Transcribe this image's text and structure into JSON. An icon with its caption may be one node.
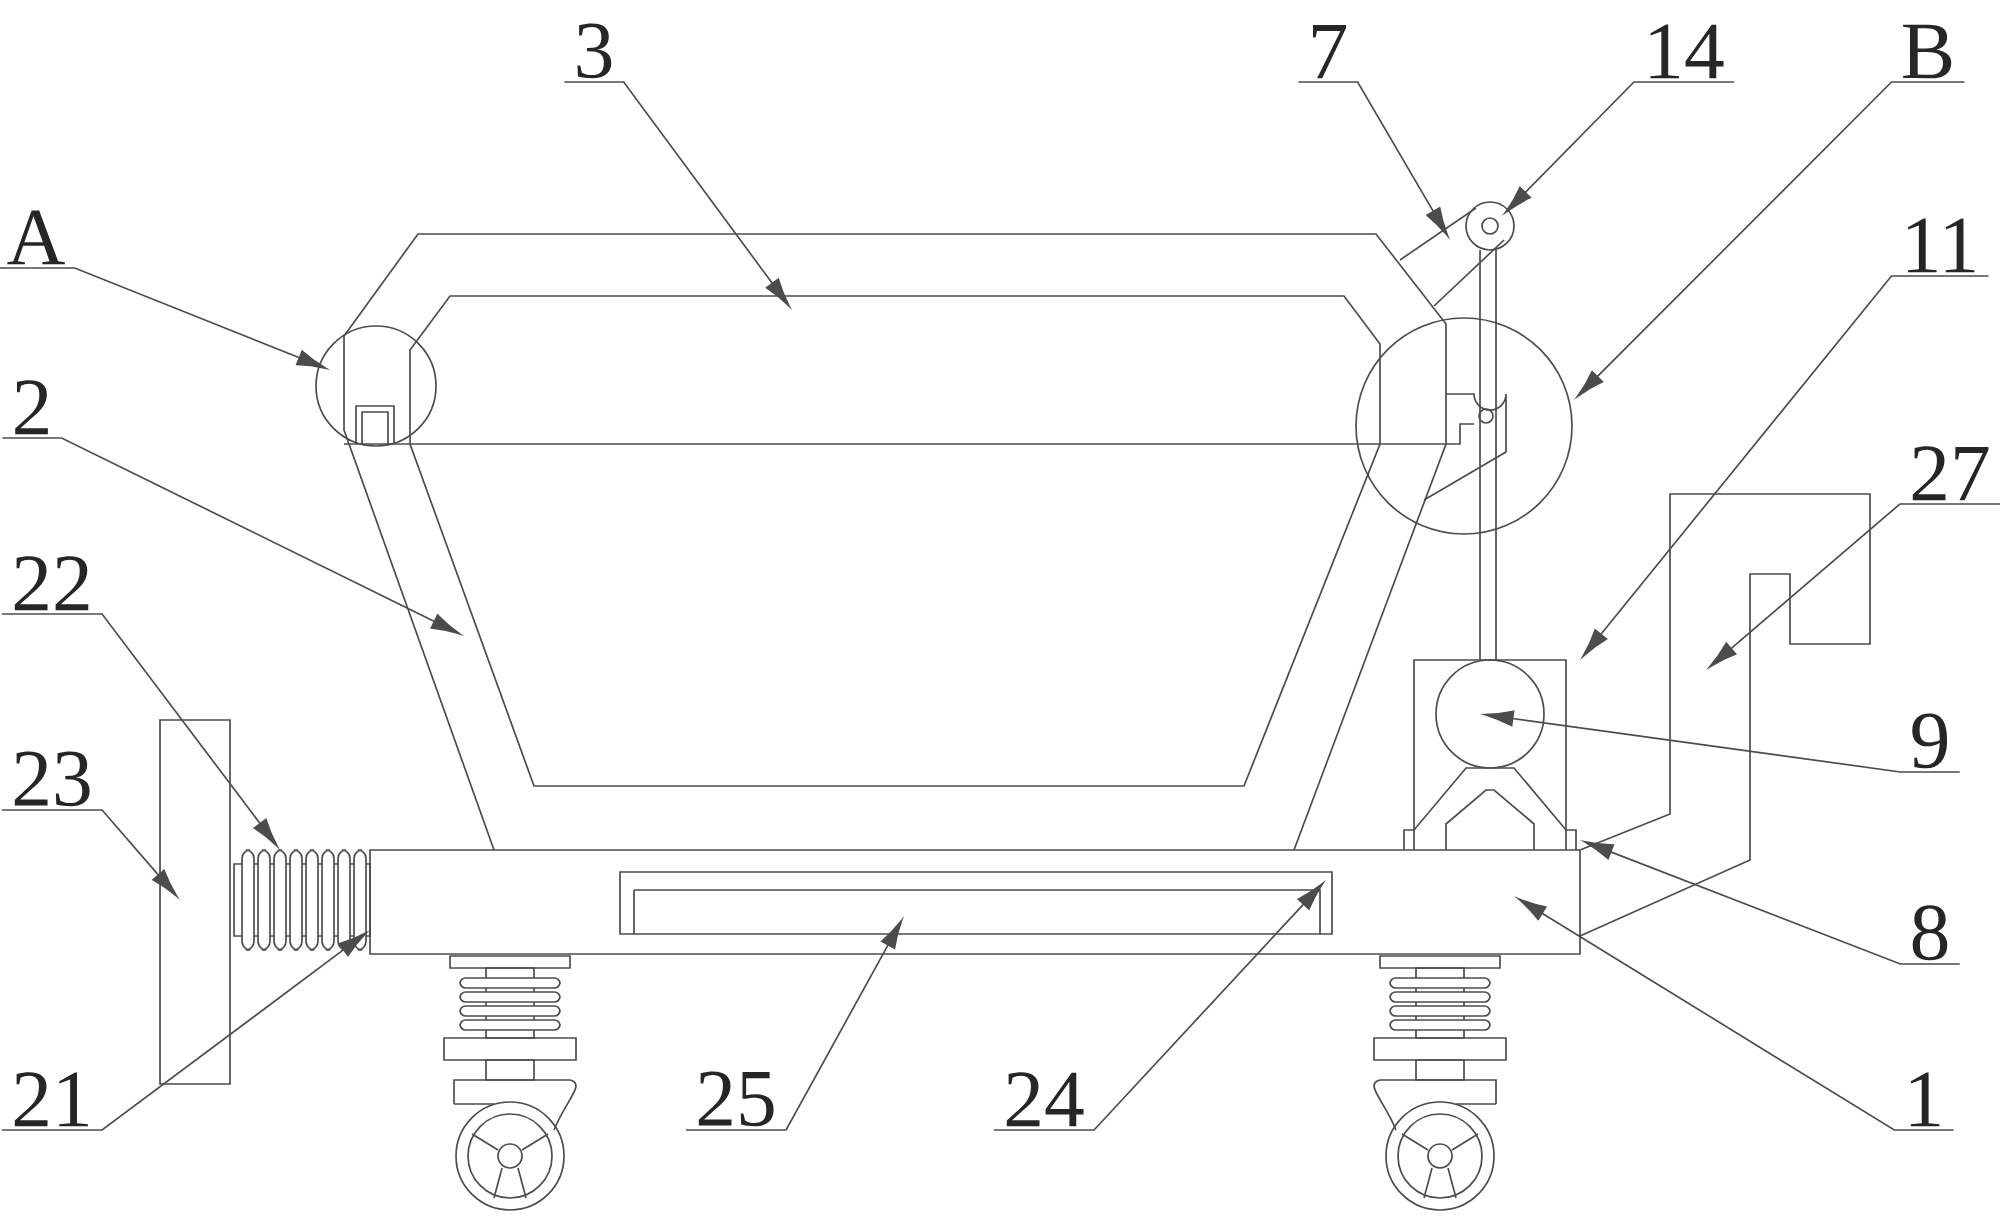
{
  "diagram": {
    "nodes": [
      {
        "text": [
          "3"
        ]
      },
      {
        "text": [
          "7"
        ]
      },
      {
        "text": [
          "14"
        ]
      },
      {
        "text": [
          "B"
        ]
      },
      {
        "text": [
          "A"
        ]
      },
      {
        "text": [
          "11"
        ]
      },
      {
        "text": [
          "2"
        ]
      },
      {
        "text": [
          "27"
        ]
      },
      {
        "text": [
          "22"
        ]
      },
      {
        "text": [
          "23"
        ]
      },
      {
        "text": [
          "9"
        ]
      },
      {
        "text": [
          "8"
        ]
      },
      {
        "text": [
          "21"
        ]
      },
      {
        "text": [
          "25"
        ]
      },
      {
        "text": [
          "24"
        ]
      },
      {
        "text": [
          "1"
        ]
      }
    ],
    "edges": [
      {
        "from": 0,
        "to": null,
        "arrow": "to"
      },
      {
        "from": 1,
        "to": null,
        "arrow": "to"
      },
      {
        "from": 2,
        "to": null,
        "arrow": "to"
      },
      {
        "from": 3,
        "to": null,
        "arrow": "to"
      },
      {
        "from": 4,
        "to": null,
        "arrow": "to"
      },
      {
        "from": 5,
        "to": null,
        "arrow": "to"
      },
      {
        "from": 6,
        "to": null,
        "arrow": "to"
      },
      {
        "from": 7,
        "to": null,
        "arrow": "to"
      },
      {
        "from": 8,
        "to": null,
        "arrow": "to"
      },
      {
        "from": 9,
        "to": null,
        "arrow": "to"
      },
      {
        "from": 10,
        "to": null,
        "arrow": "to"
      },
      {
        "from": 11,
        "to": null,
        "arrow": "to"
      },
      {
        "from": 12,
        "to": null,
        "arrow": "to"
      },
      {
        "from": 13,
        "to": null,
        "arrow": "to"
      },
      {
        "from": 14,
        "to": null,
        "arrow": "to"
      },
      {
        "from": 15,
        "to": null,
        "arrow": "to"
      }
    ]
  }
}
